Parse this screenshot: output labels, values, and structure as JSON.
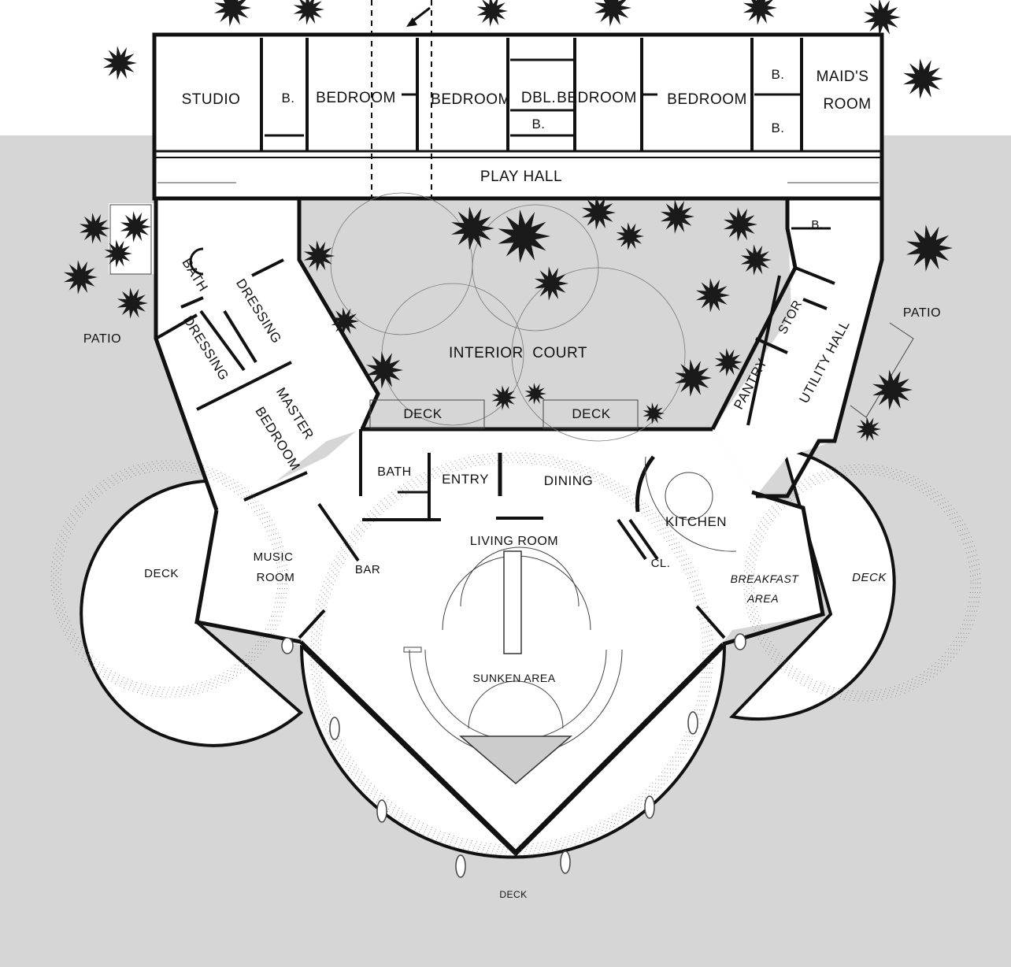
{
  "plan": {
    "colors": {
      "background": "#d6d6d6",
      "paper": "#ffffff",
      "ink": "#111111",
      "tree": "#1a1a1a"
    },
    "labels": {
      "studio": "STUDIO",
      "bath_b1": "B.",
      "bedroom_1": "BEDROOM",
      "bedroom_2": "BEDROOM",
      "dbl": "DBL.",
      "dbl_b": "B.",
      "bedroom_3": "BEDROOM",
      "bedroom_4": "BEDROOM",
      "bath_b2": "B.",
      "bath_b3": "B.",
      "maids_1": "MAID'S",
      "maids_2": "ROOM",
      "play_hall": "PLAY HALL",
      "bath_b4": "B.",
      "patio_left": "PATIO",
      "patio_right": "PATIO",
      "bath": "BATH",
      "dressing_1": "DRESSING",
      "dressing_2": "DRESSING",
      "master_1": "MASTER",
      "master_2": "BEDROOM",
      "interior_court": "INTERIOR  COURT",
      "deck_court_left": "DECK",
      "deck_court_right": "DECK",
      "pantry": "PANTRY",
      "stor": "STOR",
      "utility_hall": "UTILITY HALL",
      "bath_entry": "BATH",
      "entry": "ENTRY",
      "dining": "DINING",
      "kitchen": "KITCHEN",
      "cl": "CL.",
      "music_1": "MUSIC",
      "music_2": "ROOM",
      "bar": "BAR",
      "living_room": "LIVING ROOM",
      "breakfast_1": "BREAKFAST",
      "breakfast_2": "AREA",
      "deck_left": "DECK",
      "deck_right": "DECK",
      "sunken_area": "SUNKEN AREA",
      "deck_bottom": "DECK"
    }
  }
}
